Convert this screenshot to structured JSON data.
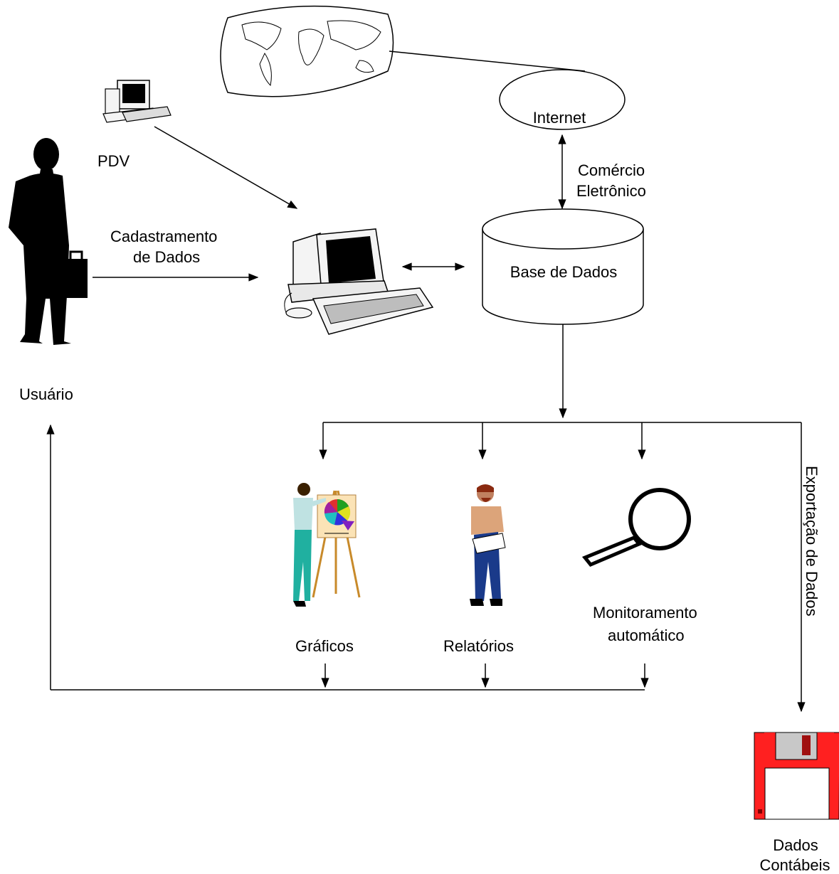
{
  "labels": {
    "pdv": "PDV",
    "usuario": "Usuário",
    "cadastramento_line1": "Cadastramento",
    "cadastramento_line2": "de Dados",
    "internet": "Internet",
    "comercio_line1": "Comércio",
    "comercio_line2": "Eletrônico",
    "base_de_dados": "Base de Dados",
    "graficos": "Gráficos",
    "relatorios": "Relatórios",
    "monitoramento_line1": "Monitoramento",
    "monitoramento_line2": "automático",
    "exportacao": "Exportação de Dados",
    "dados_contabeis_line1": "Dados",
    "dados_contabeis_line2": "Contábeis"
  },
  "colors": {
    "line": "#000000",
    "floppy_red": "#ff2020",
    "floppy_shutter": "#c8c8c8",
    "screen": "#000000",
    "computer_body": "#f4f4f4"
  },
  "icons": [
    "world-map-icon",
    "small-computer-icon",
    "businessman-icon",
    "workstation-icon",
    "presenter-chart-icon",
    "man-with-report-icon",
    "magnifier-icon",
    "floppy-disk-icon"
  ]
}
